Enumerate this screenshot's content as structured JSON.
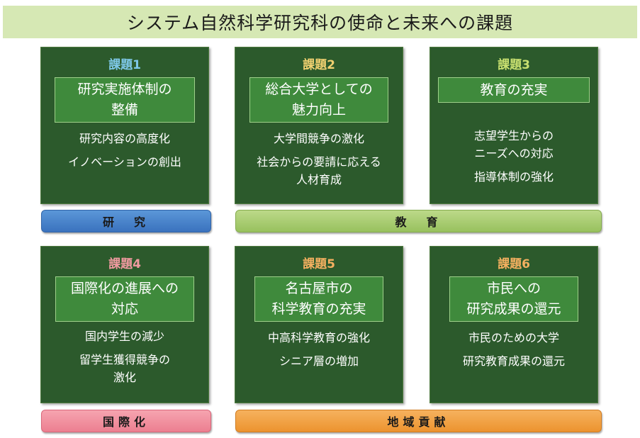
{
  "title": "システム自然科学研究科の使命と未来への課題",
  "colors": {
    "card_bg": "#2c5a2c",
    "inner_bg": "#3f8a3c",
    "label_1": "#7ec8e8",
    "label_2": "#f0d070",
    "label_3": "#c8e070",
    "label_4": "#f09aa0",
    "label_5": "#f4b060",
    "label_6": "#f4b060"
  },
  "cards": [
    {
      "label": "課題1",
      "heading": "研究実施体制の\n整備",
      "items": [
        "研究内容の高度化",
        "イノベーションの創出"
      ]
    },
    {
      "label": "課題2",
      "heading": "総合大学としての\n魅力向上",
      "items": [
        "大学間競争の激化",
        "社会からの要請に応える\n人材育成"
      ]
    },
    {
      "label": "課題3",
      "heading": "教育の充実",
      "items": [
        "志望学生からの\nニーズへの対応",
        "指導体制の強化"
      ]
    },
    {
      "label": "課題4",
      "heading": "国際化の進展への\n対応",
      "items": [
        "国内学生の減少",
        "留学生獲得競争の\n激化"
      ]
    },
    {
      "label": "課題5",
      "heading": "名古屋市の\n科学教育の充実",
      "items": [
        "中高科学教育の強化",
        "シニア層の増加"
      ]
    },
    {
      "label": "課題6",
      "heading": "市民への\n研究成果の還元",
      "items": [
        "市民のための大学",
        "研究教育成果の還元"
      ]
    }
  ],
  "pills": {
    "research": "研　究",
    "education": "教　育",
    "international": "国際化",
    "community": "地域貢献"
  }
}
